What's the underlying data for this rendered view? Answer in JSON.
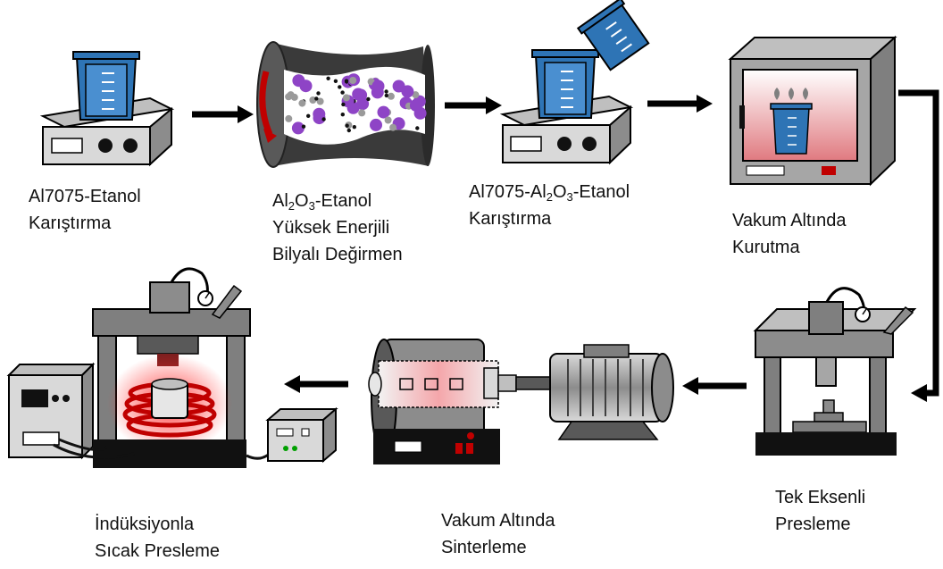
{
  "steps": [
    {
      "id": "s1",
      "lines": [
        "Al7075-Etanol",
        "Karıştırma"
      ]
    },
    {
      "id": "s2",
      "lines": [
        "Al2O3-Etanol",
        "Yüksek Enerjili",
        "Bilyalı Değirmen"
      ]
    },
    {
      "id": "s3",
      "lines": [
        "Al7075-Al2O3-Etanol",
        "Karıştırma"
      ]
    },
    {
      "id": "s4",
      "lines": [
        "Vakum Altında",
        "Kurutma"
      ]
    },
    {
      "id": "s5",
      "lines": [
        "Tek Eksenli",
        "Presleme"
      ]
    },
    {
      "id": "s6",
      "lines": [
        "Vakum Altında",
        "Sinterleme"
      ]
    },
    {
      "id": "s7",
      "lines": [
        "İndüksiyonla",
        "Sıcak Presleme"
      ]
    }
  ],
  "colors": {
    "arrow": "#000000",
    "beaker": "#2e74b5",
    "machine_gray": "#a6a6a6",
    "dark_gray": "#595959",
    "ball_purple": "#8e44c6",
    "heat_red": "#e8505b"
  },
  "icons": [
    "magnetic-stirrer-icon",
    "ball-mill-icon",
    "beaker-pour-icon",
    "vacuum-oven-icon",
    "uniaxial-press-icon",
    "tube-furnace-icon",
    "induction-hot-press-icon"
  ]
}
